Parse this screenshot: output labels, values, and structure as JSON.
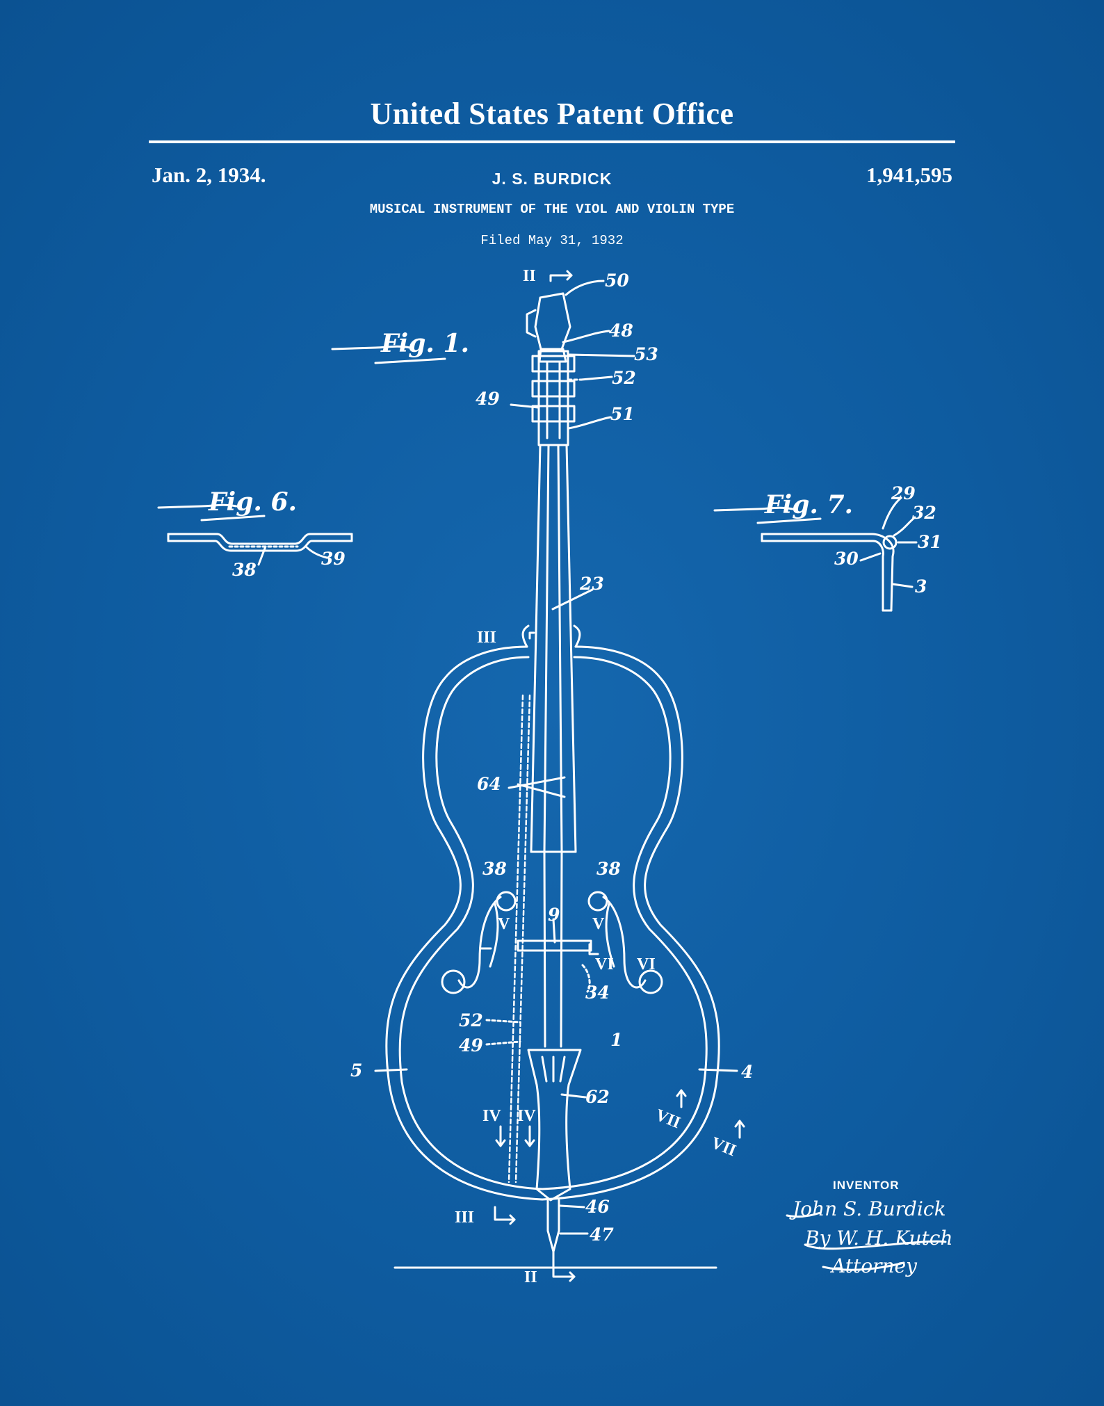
{
  "header": {
    "office": "United States Patent Office",
    "date": "Jan. 2, 1934.",
    "inventor": "J. S. BURDICK",
    "patent_number": "1,941,595",
    "title": "MUSICAL INSTRUMENT OF THE VIOL AND VIOLIN TYPE",
    "filed": "Filed May 31, 1932"
  },
  "figures": {
    "fig1": "Fig. 1.",
    "fig6": "Fig. 6.",
    "fig7": "Fig. 7."
  },
  "refs": {
    "r50": "50",
    "r48": "48",
    "r53": "53",
    "r52": "52",
    "r49": "49",
    "r51": "51",
    "r23": "23",
    "r64": "64",
    "r38a": "38",
    "r38b": "38",
    "r9": "9",
    "r34": "34",
    "r52b": "52",
    "r49b": "49",
    "r1": "1",
    "r5": "5",
    "r4": "4",
    "r62": "62",
    "r46": "46",
    "r47": "47",
    "f6_38": "38",
    "f6_39": "39",
    "f7_29": "29",
    "f7_32": "32",
    "f7_31": "31",
    "f7_30": "30",
    "f7_3": "3"
  },
  "sections": {
    "ii_top": "II",
    "iii_top": "III",
    "v_left": "V",
    "v_right": "V",
    "vi_left": "VI",
    "vi_right": "VI",
    "iv_left": "IV",
    "iv_right": "IV",
    "vii_a": "VII",
    "vii_b": "VII",
    "iii_bottom": "III",
    "ii_bottom": "II"
  },
  "signature": {
    "caption": "INVENTOR",
    "name": "John S. Burdick",
    "by": "By W. H. Kutch",
    "role": "Attorney"
  }
}
